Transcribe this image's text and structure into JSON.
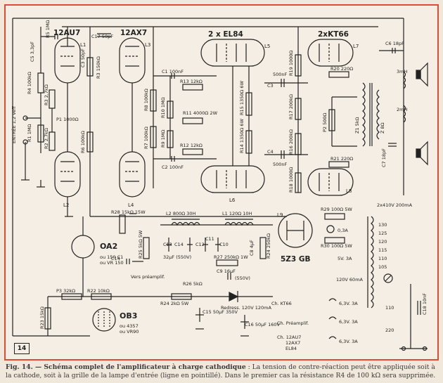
{
  "figure_number": "14",
  "caption": {
    "lead": "Fig. 14. — Schéma complet de l'amplificateur à charge cathodique",
    "body": " : La tension de contre-réaction peut être appliquée soit à la cathode, soit à la grille de la lampe d'entrée (ligne en pointillé). Dans le premier cas la résistance R4 de 100 kΩ sera supprimée."
  },
  "tubes": {
    "l1_label": "12AU7",
    "l1": "L1",
    "l2": "L2",
    "l3_label": "12AX7",
    "l3": "L3",
    "l4": "L4",
    "l5_label": "2 x EL84",
    "l5": "L5",
    "l6": "L6",
    "l7_label": "2xKT66",
    "l7": "L7",
    "l8": "L8",
    "l9": "L9",
    "rect_label": "5Z3 GB",
    "oa2": "OA2",
    "oa2_alt1": "ou 150 C1",
    "oa2_alt2": "ou VR 150",
    "ob3": "OB3",
    "ob3_alt1": "ou 4357",
    "ob3_alt2": "ou VR90"
  },
  "labels": {
    "entree": "ENTRÉE 1,2 Veff",
    "c5": "C5 3,3pF",
    "r5": "R5 1MΩ",
    "c17": "C17 50pF",
    "c3": "C3 50pF",
    "r3b": "R3 150kΩ",
    "r4": "R4 100kΩ",
    "r3": "R3 2,7kΩ",
    "p1": "P1 1000Ω",
    "r1": "R1 1MΩ",
    "r2": "R2 2,7kΩ",
    "r6": "R6 100kΩ",
    "r8": "R8 100kΩ",
    "r7": "R7 100kΩ",
    "c1": "C1 100nF",
    "r13": "R13 12kΩ",
    "r10": "R10 1MΩ",
    "r11": "R11 4000Ω 2W",
    "r9": "R9 1MΩ",
    "r12": "R12 12kΩ",
    "c2": "C2 100nF",
    "r15": "R15 1350Ω 6W",
    "r14": "R14 1350Ω 6W",
    "c3b": "500nF",
    "c3c": "C3",
    "c4": "C4",
    "c4b": "500nF",
    "r19": "R19 1000Ω",
    "r17": "R17 200kΩ",
    "r16": "R16 200kΩ",
    "r18": "R18 1000Ω",
    "r20": "R20 220Ω",
    "r21": "R21 220Ω",
    "p2": "P2 500Ω",
    "z1": "Z1 5kΩ",
    "c6": "C6 18pF",
    "c7": "C7 18pF",
    "z2": "Z 8Ω",
    "hp1": "3mH",
    "hp2": "2mH",
    "r28": "R28 15kΩ 15W",
    "l2c": "L2 800Ω 30H",
    "l1c": "L1 120Ω 10H",
    "r25": "R25 5kΩ 5W",
    "c13": "C13",
    "c14": "C14",
    "c12": "C12",
    "c11": "C11",
    "c10": "C10",
    "c_val": "32µF (550V)",
    "c14b": "C14",
    "r27": "R27 250kΩ 1W",
    "c9": "C9 16µF",
    "c9b": "(550V)",
    "r24b": "R24 250kΩ",
    "c8": "C8 4µF",
    "preamp": "Vers préamplif.",
    "r26": "R26 5kΩ",
    "p3": "P3 32kΩ",
    "r22": "R22 10kΩ",
    "r23": "R23 15kΩ",
    "r24": "R24 2kΩ 5W",
    "redress": "Redress. 120V 120mA",
    "c15": "C15 50µF 350V",
    "c16": "C16 50µF 160V",
    "r29": "R29 100Ω 5W",
    "r30": "R30 100Ω 5W",
    "fuse": "0,3A",
    "v5": "5V. 3A",
    "tr_top": "2x410V 200mA",
    "taps": [
      "130",
      "125",
      "120",
      "115",
      "110",
      "105"
    ],
    "v120": "120V 60mA",
    "ch_kt66": "Ch. KT66",
    "ch_pre": "Ch. Préamplif.",
    "ch_12a": "Ch. 12AU7",
    "ch_12b": "12AX7",
    "ch_el": "EL84",
    "v63a": "6,3V. 3A",
    "v63b": "6,3V. 3A",
    "v63c": "6,3V. 3A",
    "v110": "110",
    "v220": "220",
    "c18": "C18 10nF"
  }
}
